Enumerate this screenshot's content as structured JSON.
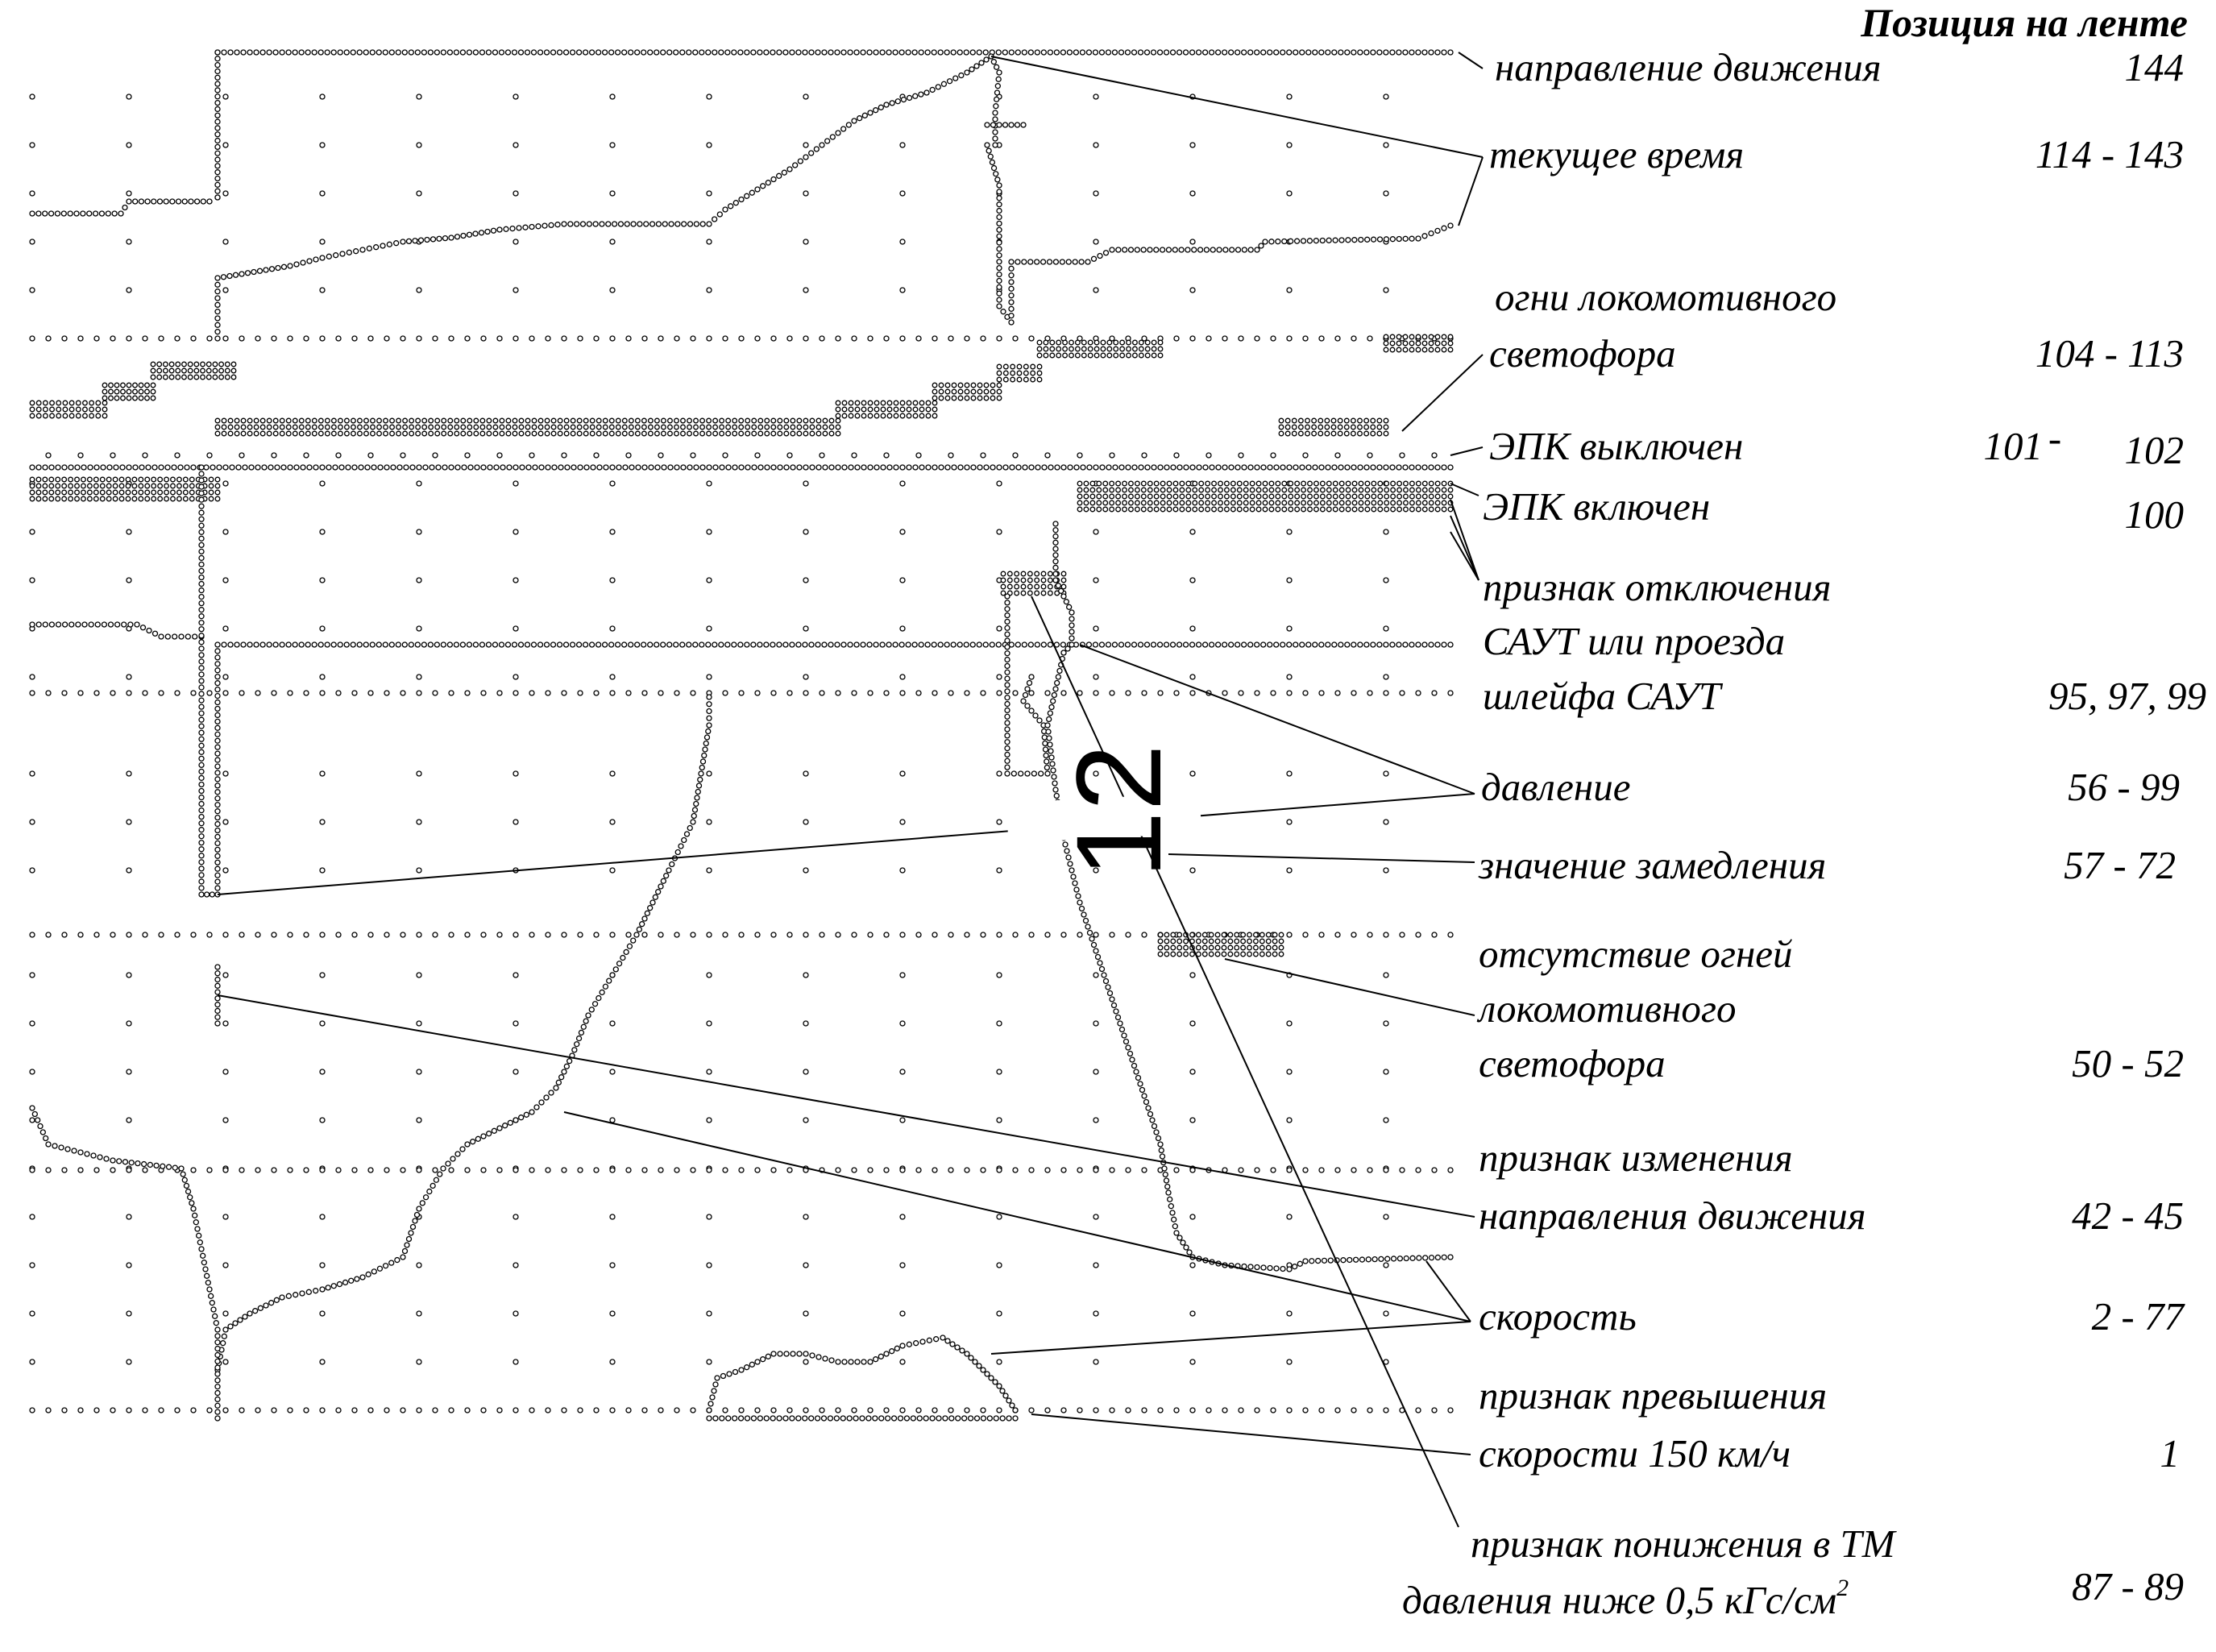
{
  "header": {
    "title": "Позиция на ленте"
  },
  "big_number": "12",
  "labels": [
    {
      "key": "direction",
      "lines": [
        "направление движения"
      ],
      "positions": "144"
    },
    {
      "key": "time",
      "lines": [
        "текущее время"
      ],
      "positions": "114 - 143"
    },
    {
      "key": "loco_lights",
      "lines": [
        "огни локомотивного",
        "светофора"
      ],
      "positions": "104 - 113"
    },
    {
      "key": "epk_off",
      "lines": [
        "ЭПК выключен"
      ],
      "positions_a": "101",
      "positions_sep": "-",
      "positions_b": "102"
    },
    {
      "key": "epk_on",
      "lines": [
        "ЭПК включен"
      ],
      "positions": "100"
    },
    {
      "key": "saut",
      "lines": [
        "признак отключения",
        "САУТ или проезда",
        "шлейфа САУТ"
      ],
      "positions": "95, 97, 99"
    },
    {
      "key": "pressure",
      "lines": [
        "давление"
      ],
      "positions": "56 -  99"
    },
    {
      "key": "decel",
      "lines": [
        "значение замедления"
      ],
      "positions": "57 -  72"
    },
    {
      "key": "no_lights",
      "lines": [
        "отсутствие огней",
        "локомотивного",
        "светофора"
      ],
      "positions": "50 -  52"
    },
    {
      "key": "dir_change",
      "lines": [
        "признак изменения",
        "направления движения"
      ],
      "positions": "42 -  45"
    },
    {
      "key": "speed",
      "lines": [
        "скорость"
      ],
      "positions": "2 -  77"
    },
    {
      "key": "overspeed",
      "lines": [
        "признак превышения",
        "скорости 150 км/ч"
      ],
      "positions": "1"
    },
    {
      "key": "tm_pressure",
      "lines": [
        "признак понижения в ТМ",
        "давления ниже 0,5 кГс/см"
      ],
      "superscript": "2",
      "positions": "87 -  89"
    }
  ]
}
